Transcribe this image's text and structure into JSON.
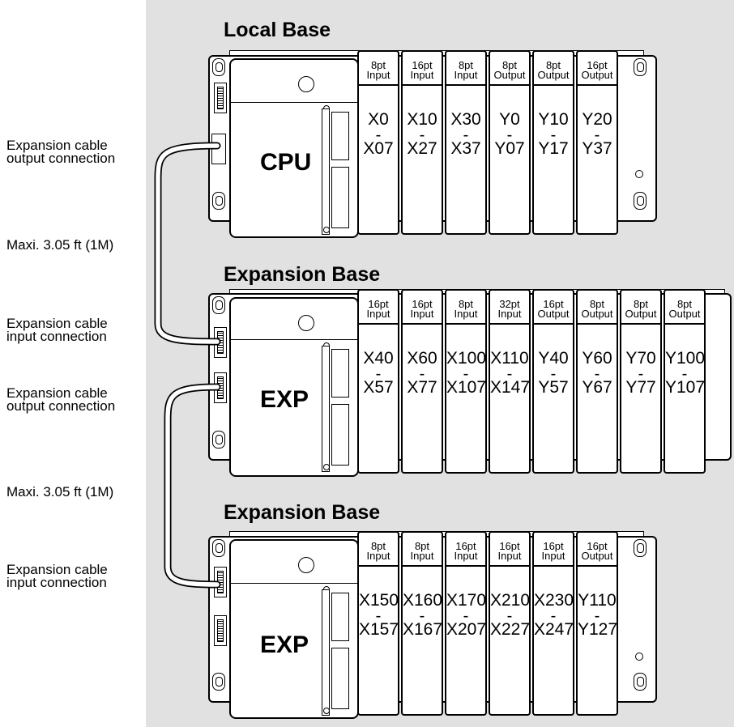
{
  "labels": {
    "out_conn_1": "Expansion cable\noutput connection",
    "max_1": "Maxi. 3.05 ft (1M)",
    "in_conn_1": "Expansion cable\ninput connection",
    "out_conn_2": "Expansion cable\noutput connection",
    "max_2": "Maxi. 3.05 ft (1M)",
    "in_conn_2": "Expansion cable\ninput connection"
  },
  "bases": [
    {
      "title": "Local Base",
      "cpu_label": "CPU",
      "modules": [
        {
          "points": "8pt",
          "type": "Input",
          "start": "X0",
          "end": "X07"
        },
        {
          "points": "16pt",
          "type": "Input",
          "start": "X10",
          "end": "X27"
        },
        {
          "points": "8pt",
          "type": "Input",
          "start": "X30",
          "end": "X37"
        },
        {
          "points": "8pt",
          "type": "Output",
          "start": "Y0",
          "end": "Y07"
        },
        {
          "points": "8pt",
          "type": "Output",
          "start": "Y10",
          "end": "Y17"
        },
        {
          "points": "16pt",
          "type": "Output",
          "start": "Y20",
          "end": "Y37"
        }
      ]
    },
    {
      "title": "Expansion Base",
      "cpu_label": "EXP",
      "modules": [
        {
          "points": "16pt",
          "type": "Input",
          "start": "X40",
          "end": "X57"
        },
        {
          "points": "16pt",
          "type": "Input",
          "start": "X60",
          "end": "X77"
        },
        {
          "points": "8pt",
          "type": "Input",
          "start": "X100",
          "end": "X107"
        },
        {
          "points": "32pt",
          "type": "Input",
          "start": "X110",
          "end": "X147"
        },
        {
          "points": "16pt",
          "type": "Output",
          "start": "Y40",
          "end": "Y57"
        },
        {
          "points": "8pt",
          "type": "Output",
          "start": "Y60",
          "end": "Y67"
        },
        {
          "points": "8pt",
          "type": "Output",
          "start": "Y70",
          "end": "Y77"
        },
        {
          "points": "8pt",
          "type": "Output",
          "start": "Y100",
          "end": "Y107"
        }
      ]
    },
    {
      "title": "Expansion Base",
      "cpu_label": "EXP",
      "modules": [
        {
          "points": "8pt",
          "type": "Input",
          "start": "X150",
          "end": "X157"
        },
        {
          "points": "8pt",
          "type": "Input",
          "start": "X160",
          "end": "X167"
        },
        {
          "points": "16pt",
          "type": "Input",
          "start": "X170",
          "end": "X207"
        },
        {
          "points": "16pt",
          "type": "Input",
          "start": "X210",
          "end": "X227"
        },
        {
          "points": "16pt",
          "type": "Input",
          "start": "X230",
          "end": "X247"
        },
        {
          "points": "16pt",
          "type": "Output",
          "start": "Y110",
          "end": "Y127"
        }
      ]
    }
  ],
  "dash": "-"
}
